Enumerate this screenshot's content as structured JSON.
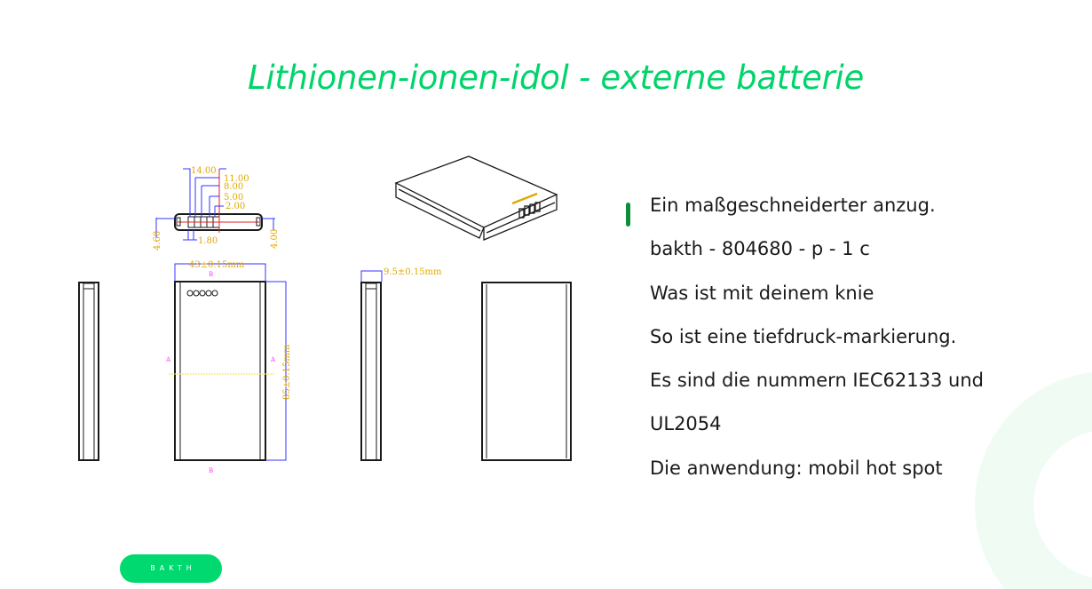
{
  "title": "Lithionen-ionen-idol - externe batterie",
  "drawing": {
    "dims_top": [
      "14.00",
      "11.00",
      "8.00",
      "5.00",
      "2.00",
      "1.80",
      "4.60",
      "4.00"
    ],
    "width_dim": "43±0.15mm",
    "height_dim": "85±0.15mm",
    "thickness_dim": "9.5±0.15mm",
    "section_a": "A",
    "section_b": "B",
    "colors": {
      "dimension": "#e0a800",
      "lines": "#1a1a1a",
      "dim_lines": "#3333ff",
      "section": "#ff33ff",
      "center": "#e02020"
    }
  },
  "features": [
    "Ein maßgeschneiderter anzug.",
    "bakth - 804680 - p - 1 c",
    "Was ist mit deinem knie",
    "So ist eine tiefdruck-markierung.",
    "Es sind die nummern IEC62133 und",
    "UL2054",
    "Die anwendung: mobil hot spot"
  ],
  "button": {
    "label": "BAKTH"
  },
  "colors": {
    "accent": "#00d46a",
    "bar": "#0c8f3a"
  }
}
